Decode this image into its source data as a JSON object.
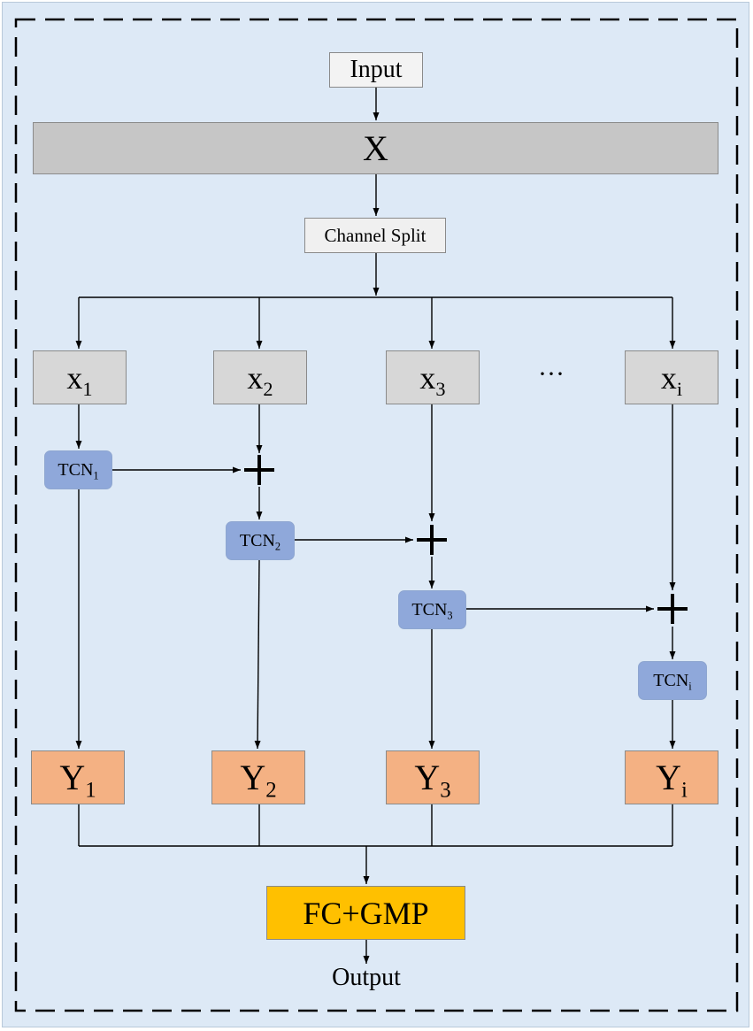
{
  "input_label": "Input",
  "x_label": "X",
  "split_label": "Channel Split",
  "ellipsis": "···",
  "inputs": [
    {
      "base": "x",
      "sub": "1"
    },
    {
      "base": "x",
      "sub": "2"
    },
    {
      "base": "x",
      "sub": "3"
    },
    {
      "base": "x",
      "sub": "i"
    }
  ],
  "tcn_blocks": [
    {
      "base": "TCN",
      "sub": "1"
    },
    {
      "base": "TCN",
      "sub": "2"
    },
    {
      "base": "TCN",
      "sub": "3"
    },
    {
      "base": "TCN",
      "sub": "i"
    }
  ],
  "outputs": [
    {
      "base": "Y",
      "sub": "1"
    },
    {
      "base": "Y",
      "sub": "2"
    },
    {
      "base": "Y",
      "sub": "3"
    },
    {
      "base": "Y",
      "sub": "i"
    }
  ],
  "head_label": "FC+GMP",
  "output_label": "Output",
  "colors": {
    "background": "#dde9f6",
    "x_bar": "#c6c6c6",
    "input_boxes": "#d7d7d7",
    "tcn": "#8fa8da",
    "outputs": "#f4b183",
    "head": "#ffc000"
  }
}
